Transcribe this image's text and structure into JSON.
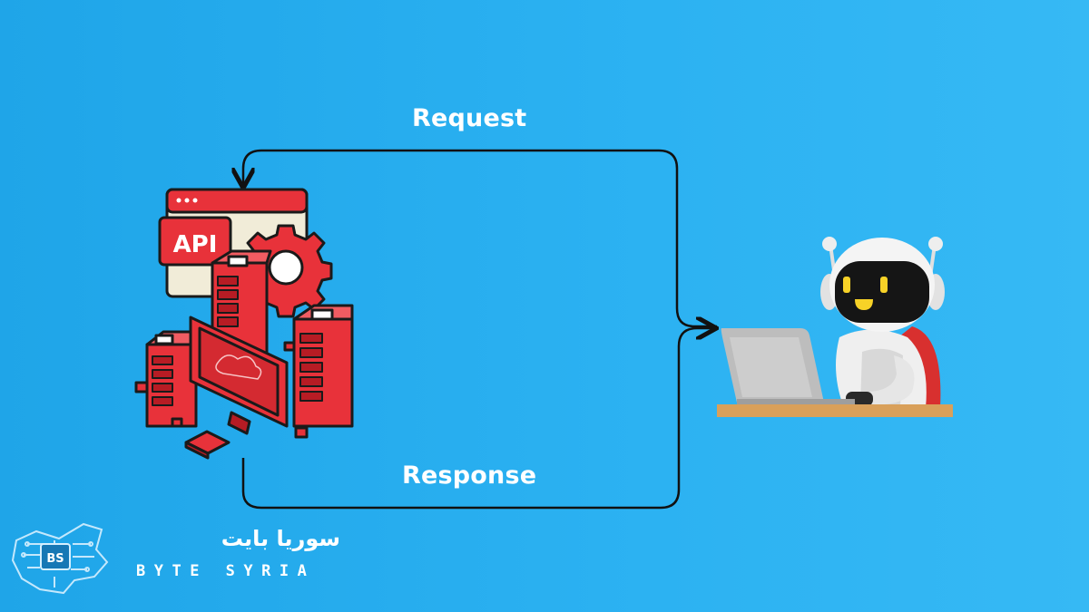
{
  "diagram": {
    "request_label": "Request",
    "response_label": "Response",
    "server_badge": "API"
  },
  "brand": {
    "arabic_name": "سوريا بايت",
    "english_name": "BYTE SYRIA",
    "logo_initials": "BS"
  },
  "colors": {
    "background": "#29adee",
    "connector": "#111111",
    "server_red": "#e8323a",
    "robot_white": "#f2f2f2",
    "desk": "#d9a05a"
  },
  "icons": {
    "server_cluster": "api-server-icon",
    "client": "robot-with-laptop-icon",
    "logo": "circuit-logo-icon"
  }
}
